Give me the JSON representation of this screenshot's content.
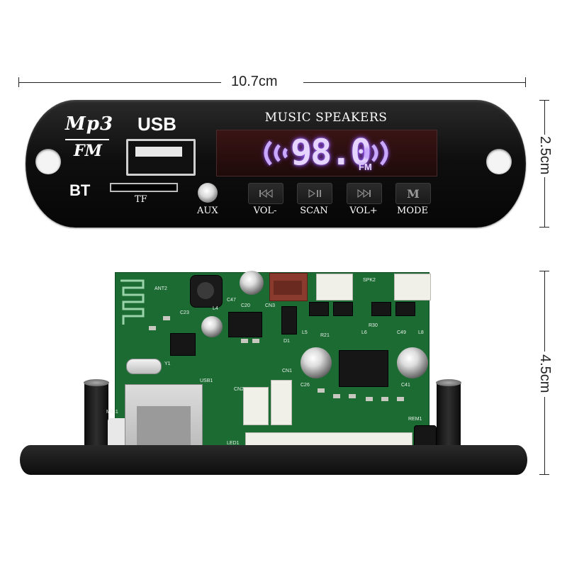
{
  "dimensions": {
    "width": "10.7cm",
    "front_height": "2.5cm",
    "board_height": "4.5cm"
  },
  "panel": {
    "logo_top": "Mp3",
    "logo_bottom": "FM",
    "usb_label": "USB",
    "bt_label": "BT",
    "tf_label": "TF",
    "aux_label": "AUX",
    "display_title": "MUSIC SPEAKERS",
    "frequency": "98.0",
    "frequency_unit": "FM",
    "buttons": [
      {
        "label": "VOL-",
        "icon": "prev-icon"
      },
      {
        "label": "SCAN",
        "icon": "play-pause-icon"
      },
      {
        "label": "VOL+",
        "icon": "next-icon"
      },
      {
        "label": "MODE",
        "icon": "mode-icon",
        "glyph": "M"
      }
    ]
  },
  "board": {
    "silkscreen": [
      "ANT2",
      "L4",
      "C47",
      "C20",
      "CN3",
      "SPK2",
      "C23",
      "D1",
      "L5",
      "L6",
      "C49",
      "L8",
      "Y1",
      "USB1",
      "CN2",
      "CN1",
      "C26",
      "C41",
      "LED1",
      "REM1",
      "MIC1",
      "R21",
      "R30"
    ]
  },
  "colors": {
    "pcb": "#1c6b33",
    "display_glow": "#8d4dff",
    "panel": "#0f0f0f"
  }
}
